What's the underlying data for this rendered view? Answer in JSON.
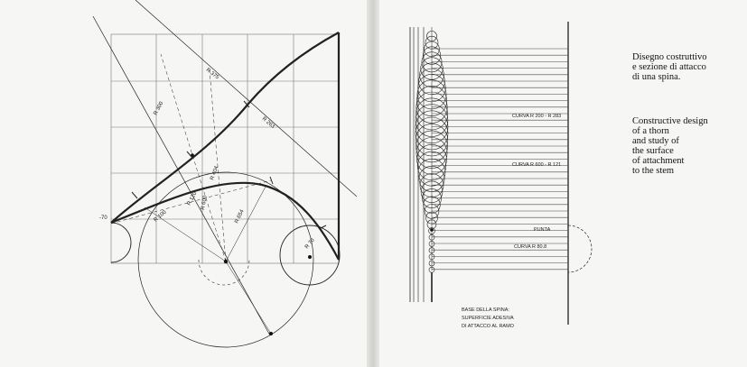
{
  "left_drawing": {
    "labels": {
      "r_outer": "R 375",
      "r_upper": "R 263",
      "r_300": "R 300",
      "r_120": "R 120",
      "r_600": "R 600",
      "r_404": "R 404",
      "r_654": "R 654",
      "r_100": "R 100",
      "r_70": "R 70",
      "origin": "-70"
    }
  },
  "right_drawing": {
    "labels": {
      "curve_upper": "CURVA R 200 - R 283",
      "curve_mid": "CURVA R 600 - R 121",
      "tip": "PUNTA",
      "curve_lower": "CURVA R 80.8"
    },
    "base_note": [
      "BASE DELLA SPINA:",
      "SUPERFICIE ADESIVA",
      "DI ATTACCO AL RAMO"
    ]
  },
  "captions": {
    "italian": "Disegno costruttivo\ne sezione di attacco\ndi una spina.",
    "english": "Constructive design\nof a thorn\nand study of\nthe surface\nof attachment\nto the stem"
  }
}
